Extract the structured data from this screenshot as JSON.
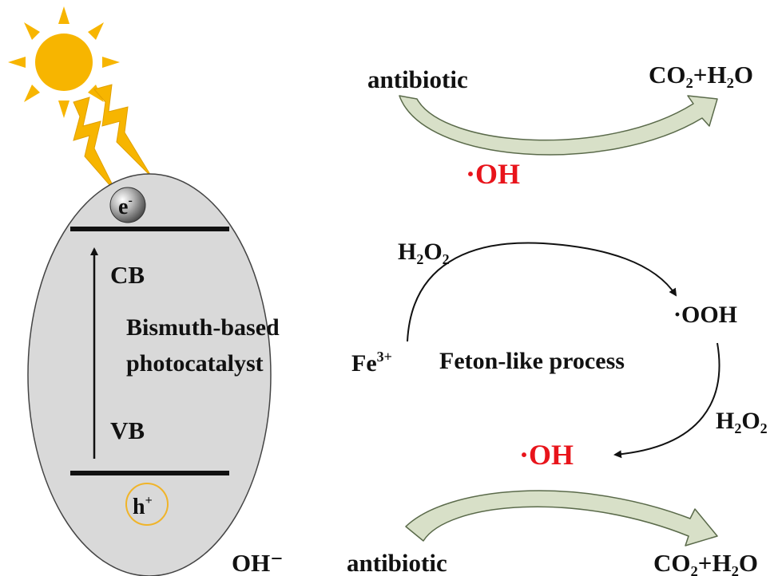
{
  "colors": {
    "sun": "#f7b500",
    "ellipse_fill": "#d9d9d9",
    "curved_arrow_fill": "#d8e0c8",
    "radical": "#e8141b",
    "hole_ring": "#f0b429",
    "text": "#111111"
  },
  "icons": [
    "sun-icon",
    "lightning-bolt-icon",
    "electron-sphere-icon"
  ],
  "catalyst": {
    "electron": "e",
    "electron_sup": "-",
    "cb": "CB",
    "vb": "VB",
    "name_line1": "Bismuth-based",
    "name_line2": "photocatalyst",
    "hole": "h",
    "hole_sup": "+"
  },
  "reaction_top": {
    "reactant": "antibiotic",
    "product": "CO₂+H₂O",
    "radical": "·OH"
  },
  "fenton": {
    "h2o2_top": "H₂O₂",
    "ooh": "·OOH",
    "fe": "Fe",
    "fe_sup": "3+",
    "process": "Feton-like process",
    "h2o2_right": "H₂O₂",
    "radical": "·OH"
  },
  "reaction_bottom": {
    "hydroxide": "OH⁻",
    "reactant": "antibiotic",
    "product": "CO₂+H₂O"
  }
}
